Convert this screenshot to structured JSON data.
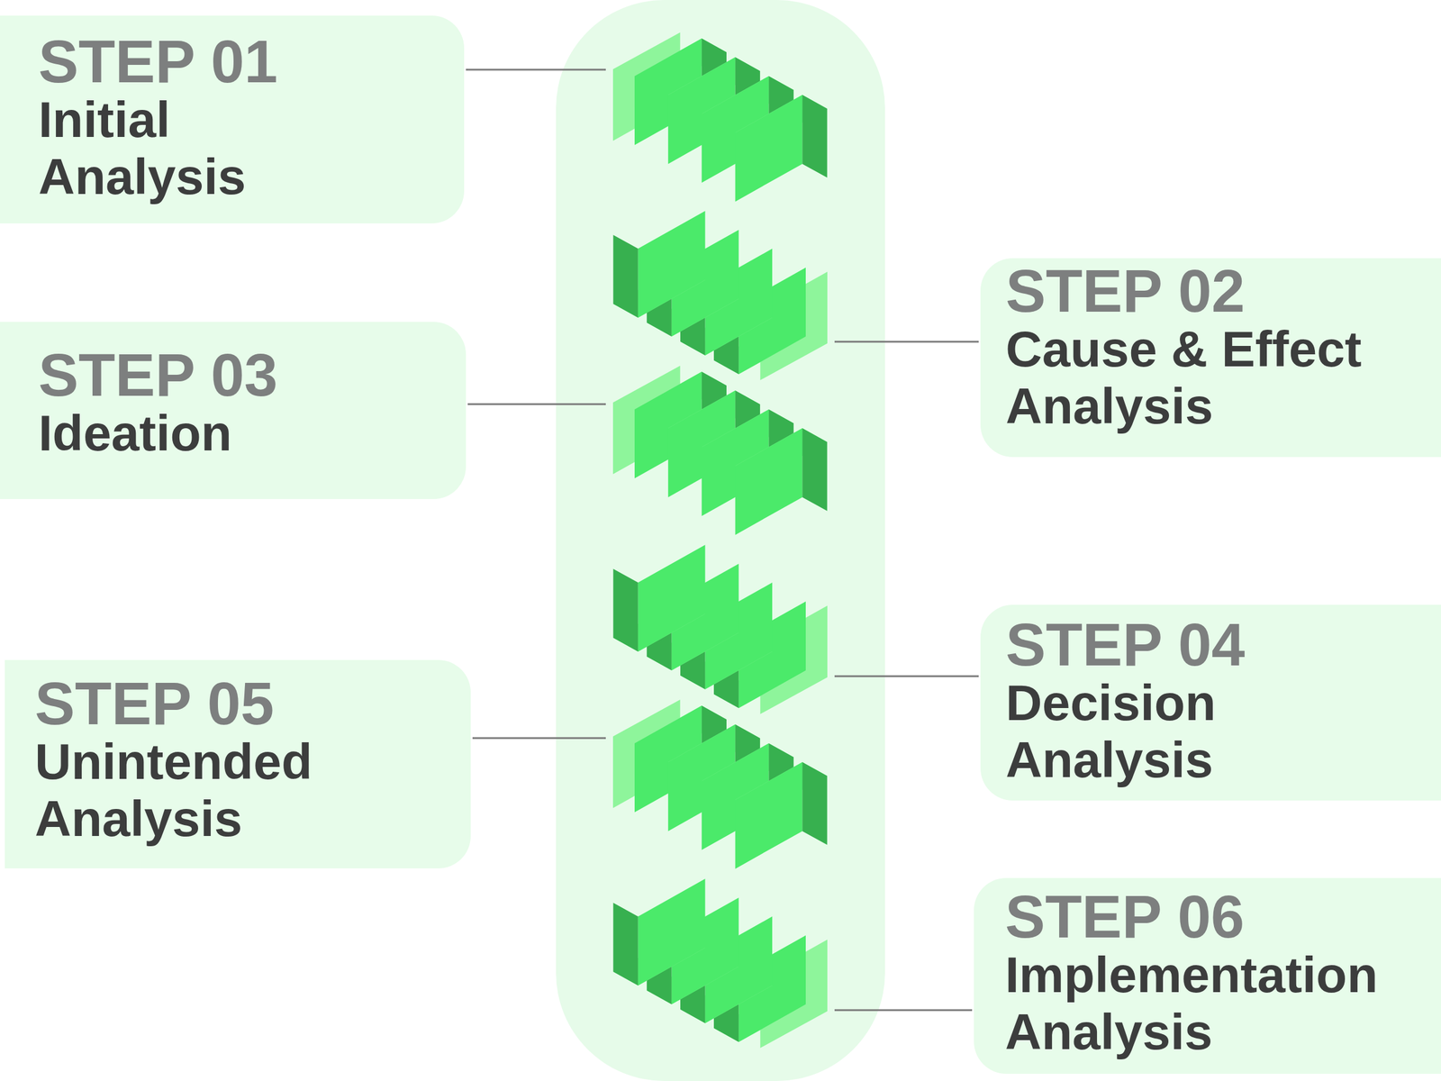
{
  "diagram": {
    "nodes": [
      {
        "text": [
          "STEP 01",
          "Initial Analysis"
        ]
      },
      {
        "text": [
          "STEP 02",
          "Cause & Effect Analysis"
        ]
      },
      {
        "text": [
          "STEP 03",
          "Ideation"
        ]
      },
      {
        "text": [
          "STEP 04",
          "Decision Analysis"
        ]
      },
      {
        "text": [
          "STEP 05",
          "Unintended Analysis"
        ]
      },
      {
        "text": [
          "STEP 06",
          "Implementation Analysis"
        ]
      }
    ]
  }
}
